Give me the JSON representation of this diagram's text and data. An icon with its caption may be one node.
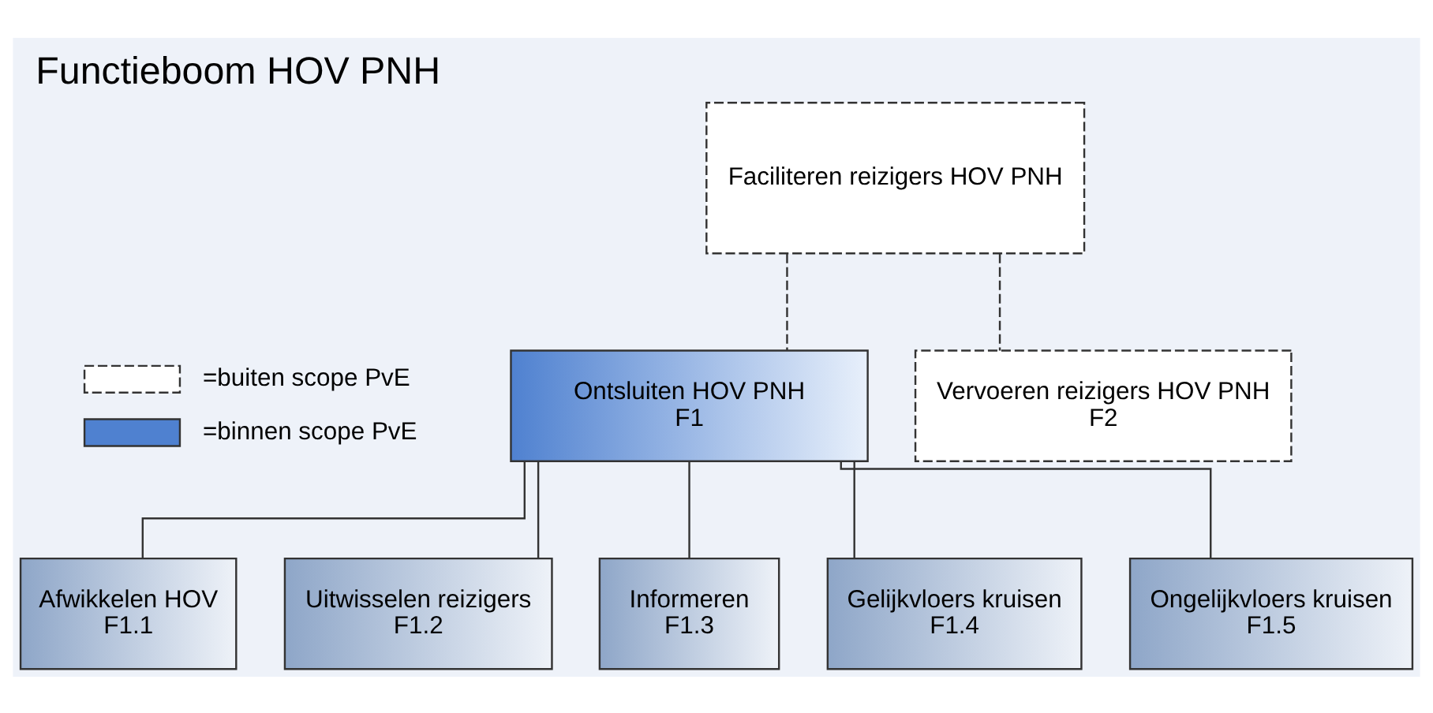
{
  "diagram": {
    "title": "Functieboom HOV PNH",
    "nodes": [
      {
        "text": [
          "Faciliteren reizigers HOV PNH"
        ]
      },
      {
        "text": [
          "Ontsluiten HOV PNH",
          "F1"
        ]
      },
      {
        "text": [
          "Vervoeren reizigers HOV PNH",
          "F2"
        ]
      },
      {
        "text": [
          "Afwikkelen HOV",
          "F1.1"
        ]
      },
      {
        "text": [
          "Uitwisselen reizigers",
          "F1.2"
        ]
      },
      {
        "text": [
          "Informeren",
          "F1.3"
        ]
      },
      {
        "text": [
          "Gelijkvloers kruisen",
          "F1.4"
        ]
      },
      {
        "text": [
          "Ongelijkvloers kruisen",
          "F1.5"
        ]
      }
    ],
    "edges": [
      {
        "from": 0,
        "to": 1,
        "arrow": "none",
        "style": "dashed"
      },
      {
        "from": 0,
        "to": 2,
        "arrow": "none",
        "style": "dashed"
      },
      {
        "from": 1,
        "to": 3,
        "arrow": "none"
      },
      {
        "from": 1,
        "to": 4,
        "arrow": "none"
      },
      {
        "from": 1,
        "to": 5,
        "arrow": "none"
      },
      {
        "from": 1,
        "to": 6,
        "arrow": "none"
      },
      {
        "from": 1,
        "to": 7,
        "arrow": "none"
      }
    ],
    "legend": [
      {
        "text": "=buiten scope PvE"
      },
      {
        "text": "=binnen scope PvE",
        "color": "#4f81d0"
      }
    ]
  }
}
